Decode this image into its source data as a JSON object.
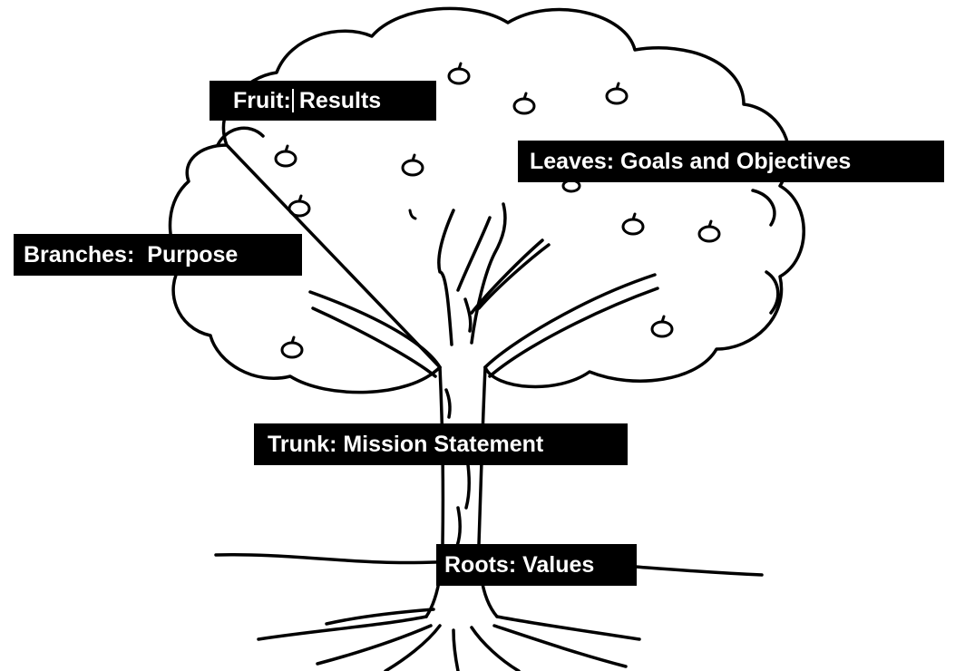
{
  "labels": {
    "fruit": {
      "key": "Fruit:",
      "value": "Results"
    },
    "leaves": "Leaves: Goals and Objectives",
    "branches": {
      "key": "Branches:",
      "value": "Purpose"
    },
    "trunk": "Trunk: Mission Statement",
    "roots": "Roots: Values"
  },
  "colors": {
    "label_background": "#000000",
    "label_text": "#ffffff",
    "outline": "#000000",
    "background": "#ffffff"
  }
}
